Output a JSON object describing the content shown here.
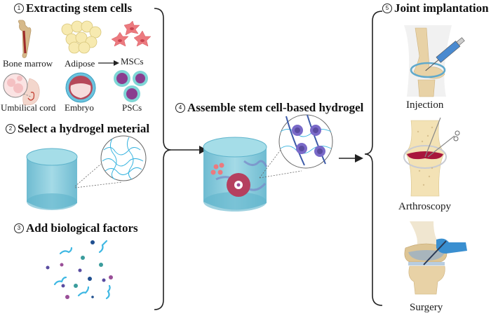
{
  "steps": [
    {
      "number": "1",
      "title": "Extracting stem cells"
    },
    {
      "number": "2",
      "title": "Select a hydrogel meterial"
    },
    {
      "number": "3",
      "title": "Add biological factors"
    },
    {
      "number": "4",
      "title": "Assemble stem cell-based hydrogel"
    },
    {
      "number": "5",
      "title": "Joint implantation"
    }
  ],
  "sources": {
    "bone_marrow": "Bone marrow",
    "adipose": "Adipose",
    "umbilical_cord": "Umbilical cord",
    "embryo": "Embryo"
  },
  "cell_types": {
    "mscs": "MSCs",
    "pscs": "PSCs"
  },
  "implantation_methods": [
    {
      "label": "Injection"
    },
    {
      "label": "Arthroscopy"
    },
    {
      "label": "Surgery"
    }
  ],
  "colors": {
    "hydrogel": "#7cc6d8",
    "hydrogel_dark": "#4fa9c0",
    "msc": "#e8646e",
    "psc_nucleus": "#8a3d8f",
    "psc_cytoplasm": "#6fd1d2",
    "bone": "#e9d6a8",
    "fiber": "#3bb4e0"
  }
}
